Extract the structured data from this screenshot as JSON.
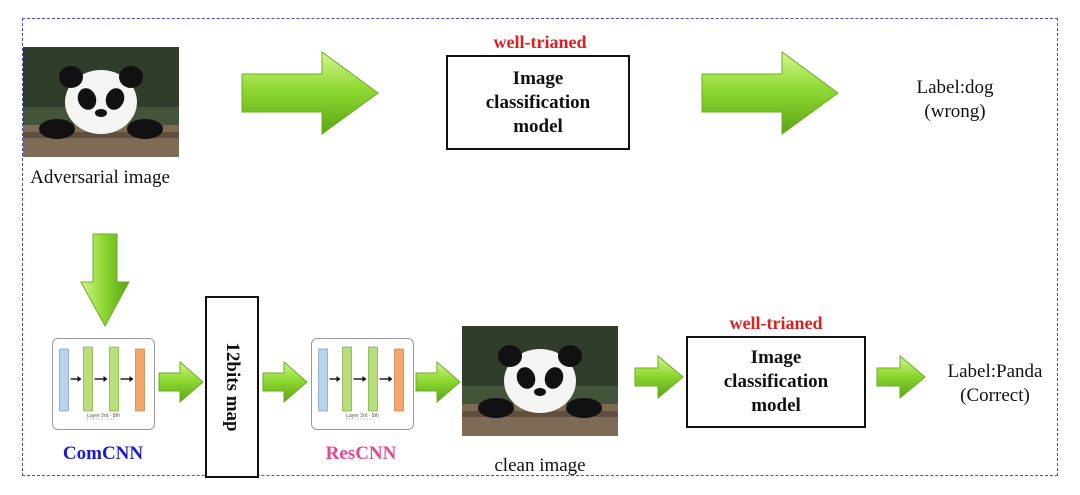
{
  "top_row": {
    "input_caption": "Adversarial image",
    "model_tag": "well-trianed",
    "model_box": "Image classification model",
    "output_label": "Label:dog",
    "output_status": "(wrong)"
  },
  "bottom_row": {
    "encoder_name": "ComCNN",
    "encoder_color": "#1a1ad6",
    "map_label": "12bits map",
    "decoder_name": "ResCNN",
    "decoder_color": "#e8468a",
    "clean_caption": "clean image",
    "model_tag": "well-trianed",
    "model_box": "Image classification model",
    "output_label": "Label:Panda",
    "output_status": "(Correct)"
  },
  "network_card": {
    "footer_text": "Layer 2rd - 9th"
  },
  "colors": {
    "arrow_green": "#8cd630",
    "tag_red": "#e01e1e",
    "frame_blue": "#4a4ad0"
  },
  "icons": [
    "right-arrow-icon",
    "down-arrow-icon",
    "panda-photo"
  ]
}
